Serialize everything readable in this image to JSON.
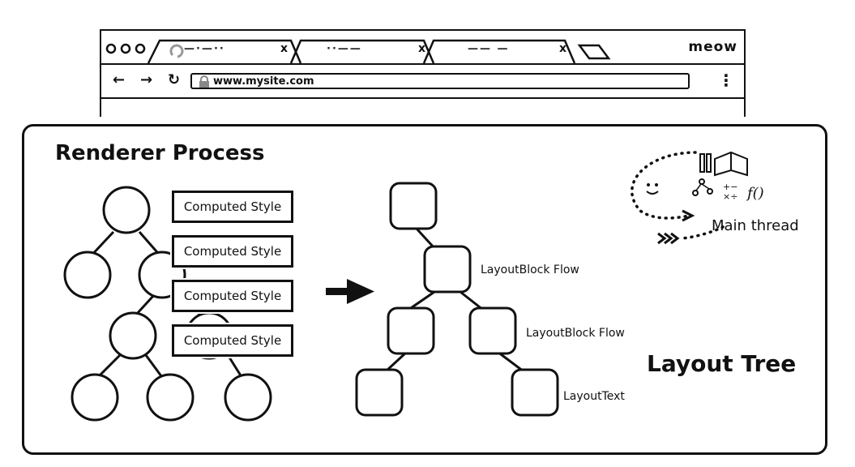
{
  "browser": {
    "tabs": [
      {
        "title": "—·—··",
        "close": "x"
      },
      {
        "title": "··——",
        "close": "x"
      },
      {
        "title": "—— —",
        "close": "x"
      }
    ],
    "profile_label": "meow",
    "url": "www.mysite.com",
    "nav": {
      "back": "←",
      "forward": "→",
      "reload": "↻",
      "menu": "⋮"
    }
  },
  "panel": {
    "title": "Renderer Process",
    "computed_style_labels": [
      "Computed Style",
      "Computed Style",
      "Computed Style",
      "Computed Style"
    ],
    "layout_labels": [
      "LayoutBlock Flow",
      "LayoutBlock Flow",
      "LayoutText"
    ],
    "layout_tree_title": "Layout Tree",
    "thread_label": "Main thread"
  },
  "icons": [
    "window-dots-icon",
    "loading-spinner-icon",
    "lock-icon",
    "arrow-right-icon",
    "main-thread-illustration"
  ]
}
